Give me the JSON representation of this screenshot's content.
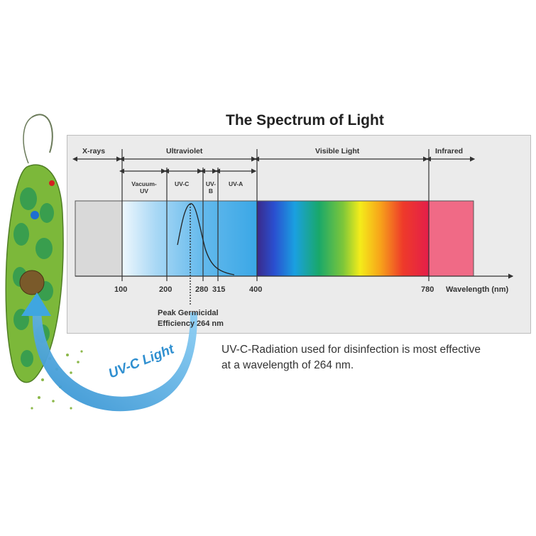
{
  "title": "The Spectrum of Light",
  "regions": {
    "xrays": "X-rays",
    "ultraviolet": "Ultraviolet",
    "visible": "Visible Light",
    "infrared": "Infrared"
  },
  "uv_bands": {
    "vacuum_uv_line1": "Vacuum-",
    "vacuum_uv_line2": "UV",
    "uvc": "UV-C",
    "uvb_line1": "UV-",
    "uvb_line2": "B",
    "uva": "UV-A"
  },
  "ticks": [
    "100",
    "200",
    "280",
    "315",
    "400",
    "780"
  ],
  "axis_label": "Wavelength (nm)",
  "peak_note": {
    "line1": "Peak Germicidal",
    "line2": "Efficiency 264 nm"
  },
  "arrow_label": "UV-C Light",
  "caption": {
    "line1": "UV-C-Radiation used for disinfection is most effective",
    "line2": "at a wavelength of 264 nm."
  },
  "colors": {
    "uv_band": "#5ab4ea",
    "infrared": "#f06a86",
    "xray_band": "#d9d9d9",
    "arrow": "#3fa6e0",
    "cell_green": "#7cb83a"
  }
}
